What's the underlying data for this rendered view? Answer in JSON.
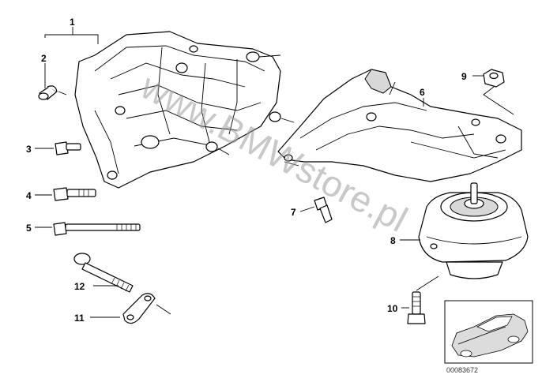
{
  "callouts": {
    "c1": "1",
    "c2": "2",
    "c3": "3",
    "c4": "4",
    "c5": "5",
    "c6": "6",
    "c7": "7",
    "c8": "8",
    "c9": "9",
    "c10": "10",
    "c11": "11",
    "c12": "12"
  },
  "watermark": "www.BMWstore.pl",
  "reference_number": "00083672"
}
